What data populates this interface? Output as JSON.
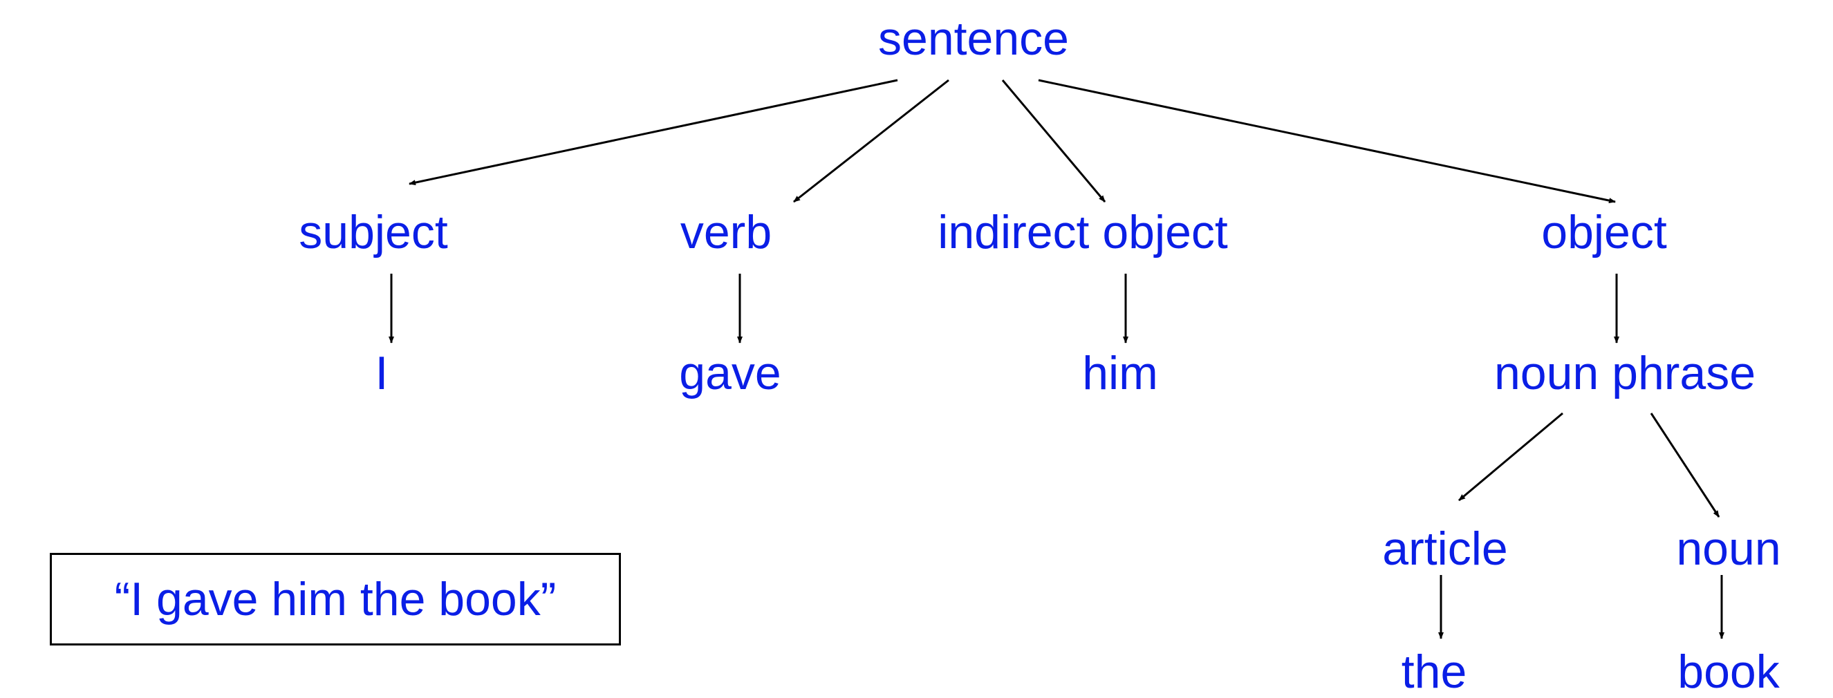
{
  "colors": {
    "label": "#0a1ee6",
    "edge": "#000000",
    "box_border": "#000000"
  },
  "nodes": {
    "sentence": "sentence",
    "subject": "subject",
    "verb": "verb",
    "indirect_object": "indirect object",
    "object": "object",
    "i": "I",
    "gave": "gave",
    "him": "him",
    "noun_phrase": "noun phrase",
    "article": "article",
    "noun": "noun",
    "the": "the",
    "book": "book"
  },
  "edges": [
    [
      "sentence",
      "subject"
    ],
    [
      "sentence",
      "verb"
    ],
    [
      "sentence",
      "indirect_object"
    ],
    [
      "sentence",
      "object"
    ],
    [
      "subject",
      "i"
    ],
    [
      "verb",
      "gave"
    ],
    [
      "indirect_object",
      "him"
    ],
    [
      "object",
      "noun_phrase"
    ],
    [
      "noun_phrase",
      "article"
    ],
    [
      "noun_phrase",
      "noun"
    ],
    [
      "article",
      "the"
    ],
    [
      "noun",
      "book"
    ]
  ],
  "example": {
    "text": "“I gave him the book”"
  }
}
